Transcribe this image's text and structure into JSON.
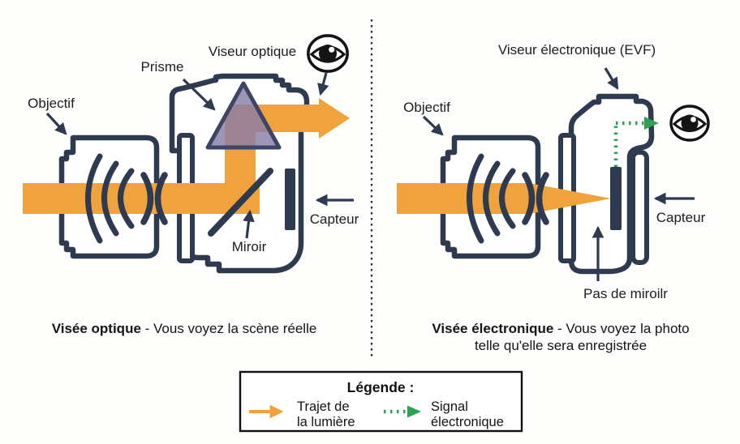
{
  "colors": {
    "outline": "#2e3a50",
    "light_path": "#f0a23c",
    "signal": "#2fa155",
    "prism_fill": "#8a7ea6",
    "ink": "#141414"
  },
  "icons": {
    "viewer": "eye-icon",
    "light_path_legend": "orange-arrow-right-icon",
    "signal_legend": "green-dotted-arrow-right-icon"
  },
  "left": {
    "viewfinder_label": "Viseur optique",
    "prism_label": "Prisme",
    "lens_label": "Objectif",
    "mirror_label": "Miroir",
    "sensor_label": "Capteur",
    "caption_bold": "Visée optique",
    "caption_rest": " - Vous voyez la scène réelle"
  },
  "right": {
    "viewfinder_label": "Viseur électronique (EVF)",
    "lens_label": "Objectif",
    "sensor_label": "Capteur",
    "no_mirror_label": "Pas de miroilr",
    "caption_bold": "Visée électronique",
    "caption_rest": " - Vous voyez la photo",
    "caption_line2": "telle qu'elle sera enregistrée"
  },
  "legend": {
    "title": "Légende :",
    "light": {
      "line1": "Trajet de",
      "line2": "la lumière"
    },
    "signal": {
      "line1": "Signal",
      "line2": "électronique"
    }
  }
}
